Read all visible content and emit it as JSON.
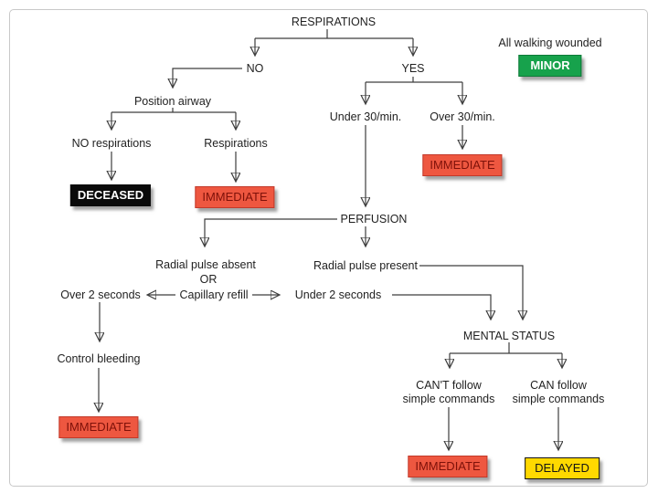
{
  "page": {
    "background": "#ffffff",
    "border_color": "#c8c8c8"
  },
  "flowchart": {
    "labels": {
      "respirations": "RESPIRATIONS",
      "no": "NO",
      "yes": "YES",
      "position_airway": "Position airway",
      "no_respirations": "NO respirations",
      "respirations_present": "Respirations",
      "under_30": "Under 30/min.",
      "over_30": "Over 30/min.",
      "perfusion": "PERFUSION",
      "radial_pulse_absent": "Radial pulse absent",
      "or": "OR",
      "radial_pulse_present": "Radial pulse present",
      "over_2_seconds": "Over 2 seconds",
      "capillary_refill": "Capillary refill",
      "under_2_seconds": "Under 2 seconds",
      "control_bleeding": "Control bleeding",
      "mental_status": "MENTAL STATUS",
      "cant_follow": "CAN'T follow\nsimple commands",
      "can_follow": "CAN follow\nsimple commands",
      "all_walking_wounded": "All walking wounded"
    },
    "badges": {
      "deceased": {
        "label": "DECEASED",
        "bg": "#0a0a0a",
        "fg": "#ffffff",
        "border": "#0a0a0a"
      },
      "immediate": {
        "label": "IMMEDIATE",
        "bg": "#ee5740",
        "fg": "#7e1109",
        "border": "#c2392a"
      },
      "delayed": {
        "label": "DELAYED",
        "bg": "#ffd900",
        "fg": "#141414",
        "border": "#141414"
      },
      "minor": {
        "label": "MINOR",
        "bg": "#17a24c",
        "fg": "#ffffff",
        "border": "#0e7a38"
      }
    },
    "line_color": "#3d3d3d",
    "arrow_color": "#111111"
  }
}
